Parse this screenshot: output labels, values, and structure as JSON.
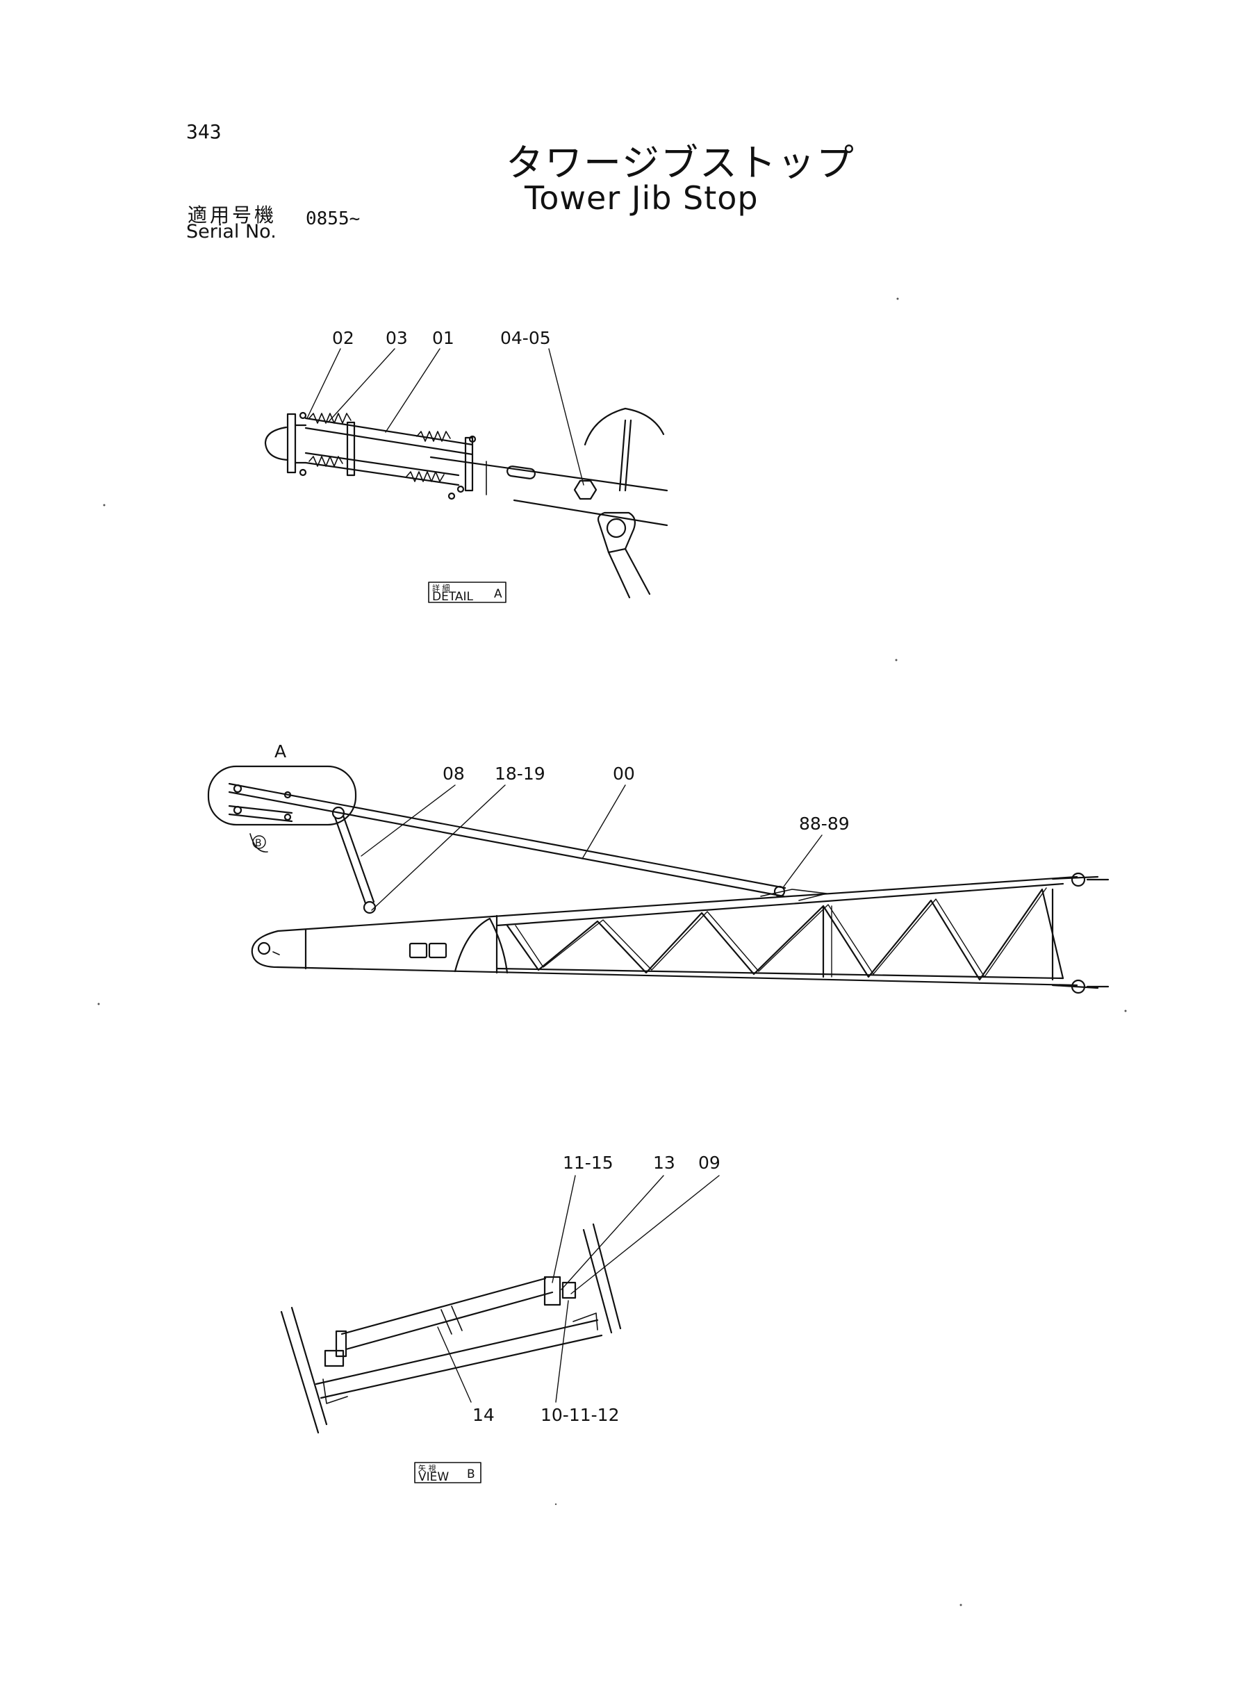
{
  "page_number": "343",
  "title": {
    "japanese": "タワージブストップ",
    "english": "Tower Jib Stop"
  },
  "serial": {
    "label_japanese": "適用号機",
    "label_english": "Serial No.",
    "value": "0855~"
  },
  "detail_a": {
    "box_small": "詳 細",
    "box_label": "DETAIL",
    "box_letter": "A",
    "callouts": [
      "02",
      "03",
      "01",
      "04-05"
    ]
  },
  "main_view": {
    "detail_marker": "A",
    "view_marker": "B",
    "callouts": [
      "08",
      "18-19",
      "00",
      "88-89"
    ]
  },
  "view_b": {
    "box_small": "矢 視",
    "box_label": "VIEW",
    "box_letter": "B",
    "callouts": [
      "11-15",
      "13",
      "09",
      "14",
      "10-11-12"
    ]
  }
}
